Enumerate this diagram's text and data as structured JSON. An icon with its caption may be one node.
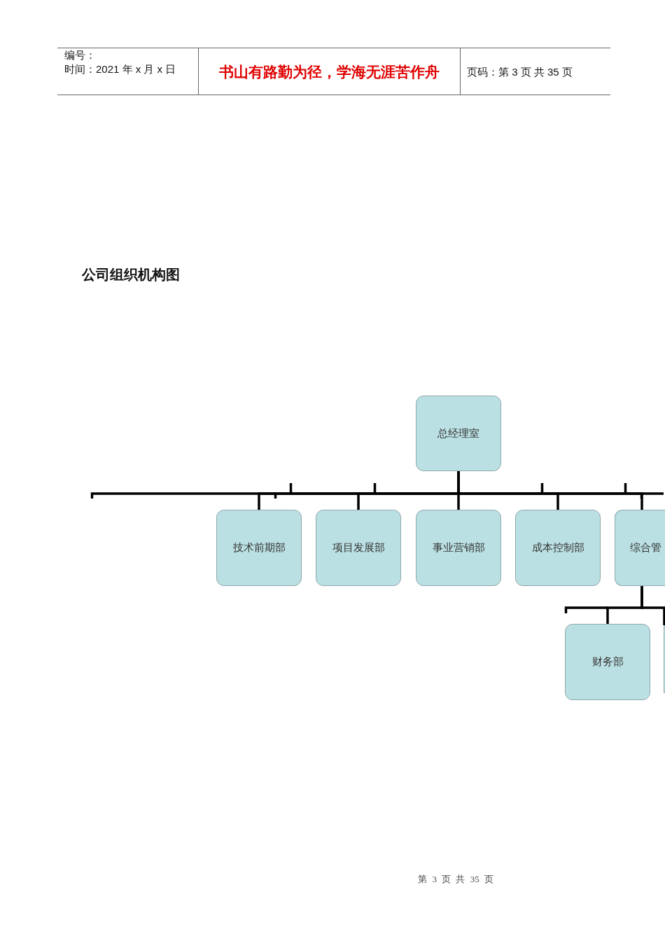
{
  "diagram": {
    "title": "公司组织机构图",
    "nodes": [
      {
        "text": [
          "总经理室"
        ]
      },
      {
        "text": [
          "技术前期部"
        ]
      },
      {
        "text": [
          "项目发展部"
        ]
      },
      {
        "text": [
          "事业营销部"
        ]
      },
      {
        "text": [
          "成本控制部"
        ]
      },
      {
        "text": [
          "综合管"
        ]
      },
      {
        "text": [
          "财务部"
        ]
      },
      {
        "text": [],
        "shape": "box"
      }
    ],
    "edges": [
      {
        "from": 0,
        "to": 1,
        "arrow": "none"
      },
      {
        "from": 0,
        "to": 2,
        "arrow": "none"
      },
      {
        "from": 0,
        "to": 3,
        "arrow": "none"
      },
      {
        "from": 0,
        "to": 4,
        "arrow": "none"
      },
      {
        "from": 0,
        "to": 5,
        "arrow": "none"
      },
      {
        "from": 5,
        "to": 6,
        "arrow": "none"
      },
      {
        "from": 5,
        "to": 7,
        "arrow": "none"
      }
    ],
    "labels": [
      "编号：",
      "时间：2021 年 x 月 x 日",
      "书山有路勤为径，学海无涯苦作舟",
      "页码：第 3 页 共 35 页",
      "第 3 页 共 35 页"
    ]
  }
}
